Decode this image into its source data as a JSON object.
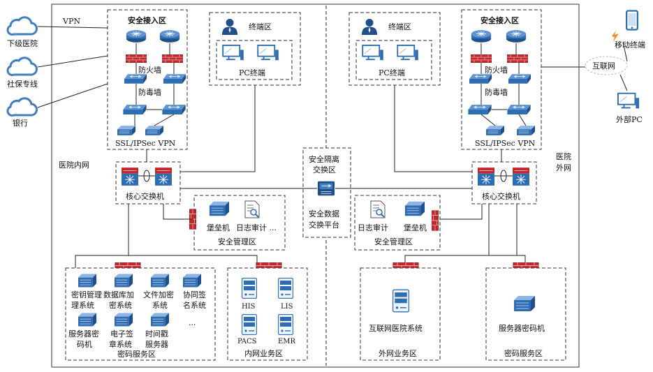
{
  "colors": {
    "blue": "#2f6db3",
    "blue_dark": "#1f4f88",
    "blue_light": "#cfe0f3",
    "red": "#c0282c",
    "red_dark": "#8f1c1f",
    "cloud": "#3d7fc1",
    "orange": "#e98a22",
    "line": "#222222"
  },
  "left": {
    "vpn_label": "VPN",
    "clouds": [
      "下级医院",
      "社保专线",
      "银行"
    ],
    "intranet_label": "医院内网",
    "access_zone": {
      "title": "安全接入区",
      "firewall": "防火墙",
      "antivirus": "防毒墙",
      "vpn": "SSL/IPSec VPN"
    },
    "terminal_zone": {
      "title": "终端区",
      "pc": "PC终端"
    },
    "core_switch": "核心交换机",
    "mgmt_zone": {
      "title": "安全管理区",
      "bastion": "堡垒机",
      "audit": "日志审计 ..."
    },
    "crypto_zone": {
      "title": "密码服务区",
      "items": [
        [
          "密钥管理",
          "理系统"
        ],
        [
          "数据库加",
          "密系统"
        ],
        [
          "文件加密",
          "系统"
        ],
        [
          "协同签",
          "名系统"
        ],
        [
          "服务器密",
          "码机"
        ],
        [
          "电子签",
          "章系统"
        ],
        [
          "时间戳",
          "服务器"
        ]
      ],
      "more": "..."
    },
    "biz_zone": {
      "title": "内网业务区",
      "servers": [
        "HIS",
        "LIS",
        "PACS",
        "EMR"
      ]
    }
  },
  "center": {
    "exchange_zone": [
      "安全隔离",
      "交换区"
    ],
    "platform": [
      "安全数据",
      "交换平台"
    ]
  },
  "right": {
    "extranet_label": [
      "医院",
      "外网"
    ],
    "internet": "互联网",
    "mobile": "移动终端",
    "external_pc": "外部PC",
    "access_zone": {
      "title": "安全接入区",
      "firewall": "防火墙",
      "antivirus": "防毒墙",
      "vpn": "SSL/IPSec VPN"
    },
    "terminal_zone": {
      "title": "终端区",
      "pc": "PC终端"
    },
    "core_switch": "核心交换机",
    "mgmt_zone": {
      "title": "安全管理区",
      "audit": "日志审计",
      "bastion": "堡垒机"
    },
    "ext_biz_zone": {
      "title": "外网业务区",
      "system": "互联网医院系统"
    },
    "crypto_zone": {
      "title": "密码服务区",
      "item": "服务器密码机"
    }
  }
}
